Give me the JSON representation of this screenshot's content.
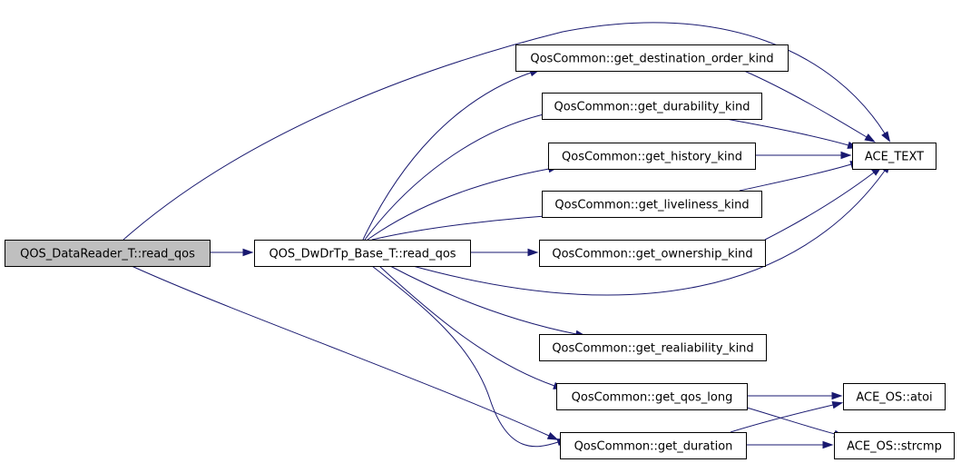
{
  "graph": {
    "nodes": [
      {
        "id": "reader",
        "label": "QOS_DataReader_T::read_qos",
        "highlighted": true
      },
      {
        "id": "base",
        "label": "QOS_DwDrTp_Base_T::read_qos"
      },
      {
        "id": "dest",
        "label": "QosCommon::get_destination_order_kind"
      },
      {
        "id": "dur",
        "label": "QosCommon::get_durability_kind"
      },
      {
        "id": "hist",
        "label": "QosCommon::get_history_kind"
      },
      {
        "id": "live",
        "label": "QosCommon::get_liveliness_kind"
      },
      {
        "id": "own",
        "label": "QosCommon::get_ownership_kind"
      },
      {
        "id": "rel",
        "label": "QosCommon::get_realiability_kind"
      },
      {
        "id": "qlong",
        "label": "QosCommon::get_qos_long"
      },
      {
        "id": "durn",
        "label": "QosCommon::get_duration"
      },
      {
        "id": "ace",
        "label": "ACE_TEXT"
      },
      {
        "id": "atoi",
        "label": "ACE_OS::atoi"
      },
      {
        "id": "strcmp",
        "label": "ACE_OS::strcmp"
      }
    ],
    "edges": [
      {
        "from": "reader",
        "to": "base"
      },
      {
        "from": "reader",
        "to": "ace"
      },
      {
        "from": "reader",
        "to": "durn"
      },
      {
        "from": "base",
        "to": "dest"
      },
      {
        "from": "base",
        "to": "dur"
      },
      {
        "from": "base",
        "to": "hist"
      },
      {
        "from": "base",
        "to": "live"
      },
      {
        "from": "base",
        "to": "own"
      },
      {
        "from": "base",
        "to": "ace"
      },
      {
        "from": "base",
        "to": "rel"
      },
      {
        "from": "base",
        "to": "qlong"
      },
      {
        "from": "base",
        "to": "durn"
      },
      {
        "from": "dest",
        "to": "ace"
      },
      {
        "from": "dur",
        "to": "ace"
      },
      {
        "from": "hist",
        "to": "ace"
      },
      {
        "from": "live",
        "to": "ace"
      },
      {
        "from": "own",
        "to": "ace"
      },
      {
        "from": "qlong",
        "to": "atoi"
      },
      {
        "from": "qlong",
        "to": "strcmp"
      },
      {
        "from": "durn",
        "to": "atoi"
      },
      {
        "from": "durn",
        "to": "strcmp"
      }
    ]
  },
  "colors": {
    "edge": "#191970",
    "node_fill": "#ffffff",
    "highlight_fill": "#bfbfbf",
    "node_stroke": "#000000"
  }
}
